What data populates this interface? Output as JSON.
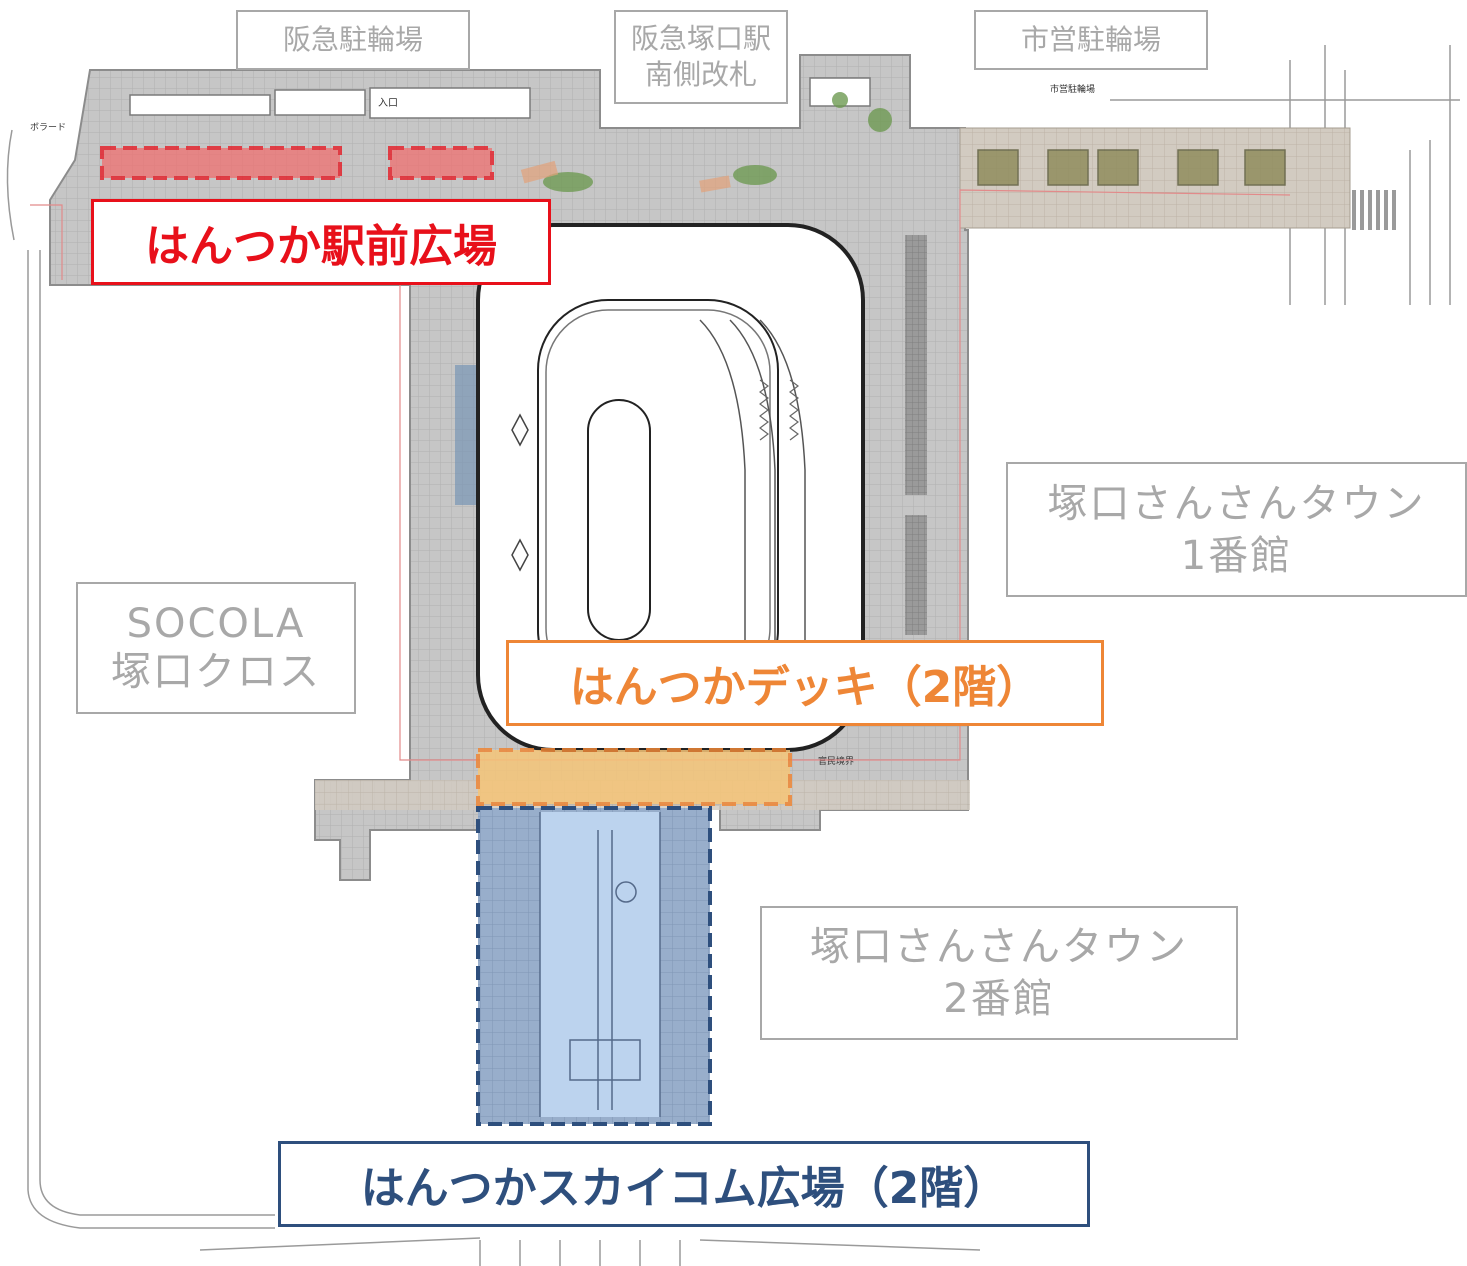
{
  "facility_labels": {
    "hankyu_bicycle_parking": "阪急駐輪場",
    "station_gate_line1": "阪急塚口駅",
    "station_gate_line2": "南側改札",
    "city_bicycle_parking": "市営駐輪場",
    "sansan_town_1_line1": "塚口さんさんタウン",
    "sansan_town_1_line2": "1番館",
    "socola_line1": "SOCOLA",
    "socola_line2": "塚口クロス",
    "sansan_town_2_line1": "塚口さんさんタウン",
    "sansan_town_2_line2": "2番館"
  },
  "area_labels": {
    "station_plaza": "はんつか駅前広場",
    "deck": "はんつかデッキ（2階）",
    "skycom_plaza": "はんつかスカイコム広場（2階）"
  },
  "plan_annotations": {
    "entrance": "入口",
    "bollard": "ボラード",
    "city_parking_small": "市営駐輪場",
    "boundary": "官民境界"
  },
  "colors": {
    "station_plaza": "#e8101a",
    "deck": "#ee8636",
    "skycom_plaza": "#2e4f7d",
    "facility_text": "#a8a8a8"
  }
}
